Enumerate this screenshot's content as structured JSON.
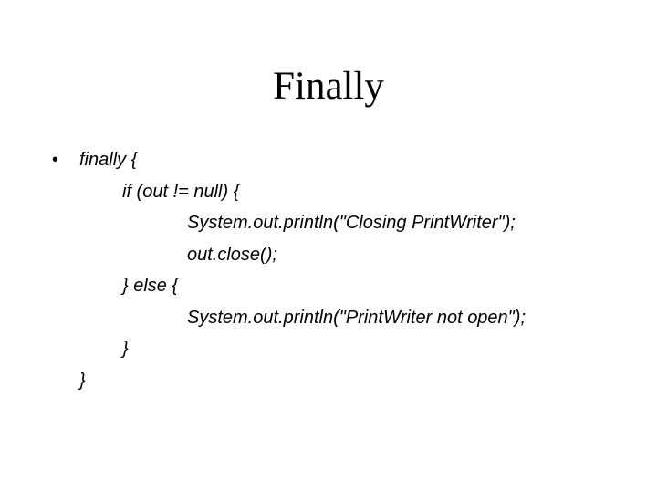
{
  "slide": {
    "title": "Finally",
    "bullet_symbol": "•",
    "code_lines": [
      "finally {",
      "if (out != null) {",
      "System.out.println(\"Closing PrintWriter\");",
      "out.close();",
      "} else {",
      "System.out.println(\"PrintWriter not open\");",
      "}",
      "}"
    ]
  }
}
